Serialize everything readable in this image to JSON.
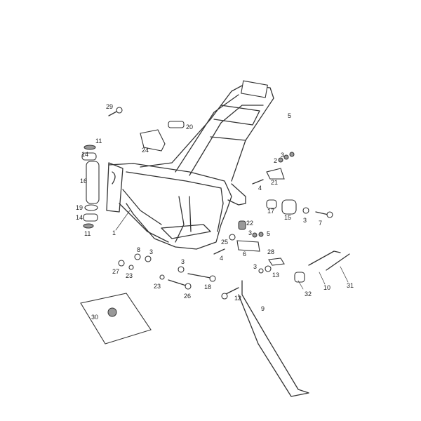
{
  "diagram": {
    "type": "exploded-parts-view",
    "part_labels": [
      "29",
      "20",
      "11",
      "14",
      "16",
      "24",
      "19",
      "14",
      "11",
      "1",
      "5",
      "3",
      "2",
      "21",
      "4",
      "17",
      "15",
      "3",
      "7",
      "22",
      "3",
      "5",
      "25",
      "6",
      "4",
      "28",
      "3",
      "13",
      "18",
      "12",
      "32",
      "10",
      "31",
      "9",
      "8",
      "3",
      "27",
      "23",
      "3",
      "23",
      "26",
      "30"
    ]
  }
}
